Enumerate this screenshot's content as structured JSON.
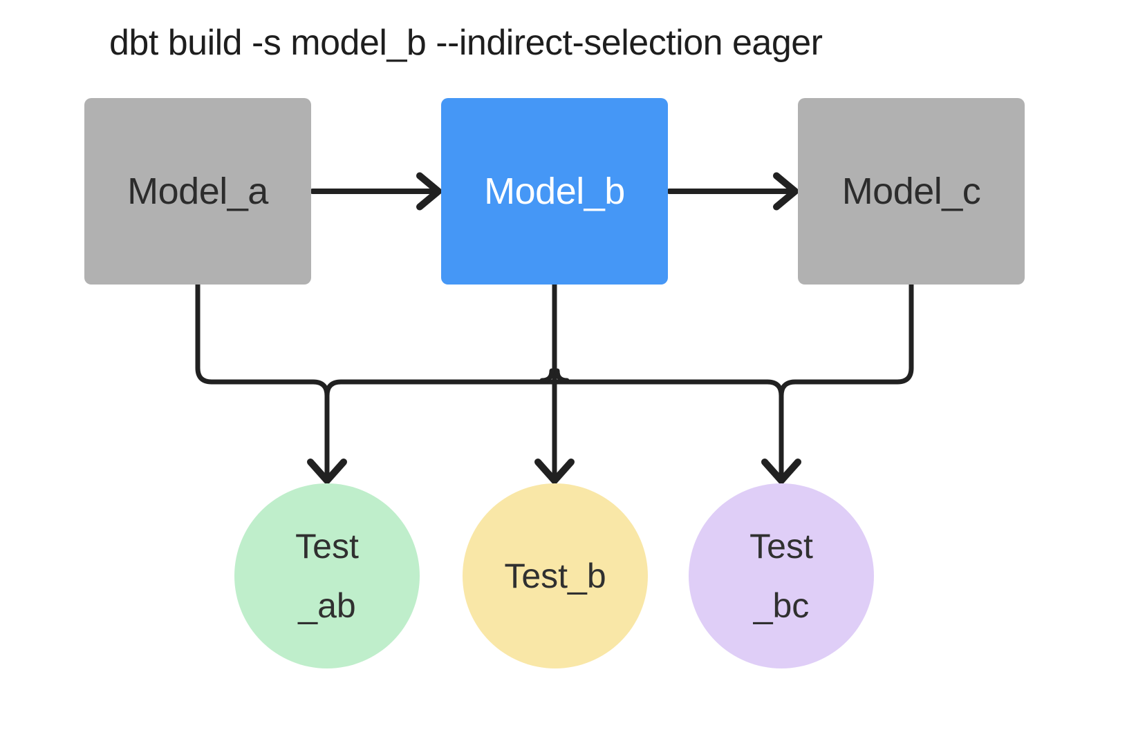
{
  "title": "dbt build -s model_b --indirect-selection eager",
  "models": [
    {
      "id": "model_a",
      "label": "Model_a",
      "variant": "gray"
    },
    {
      "id": "model_b",
      "label": "Model_b",
      "variant": "blue"
    },
    {
      "id": "model_c",
      "label": "Model_c",
      "variant": "gray"
    }
  ],
  "tests": [
    {
      "id": "test_ab",
      "lines": [
        "Test",
        "_ab"
      ],
      "fill": "#bfeecb"
    },
    {
      "id": "test_b",
      "lines": [
        "Test_b"
      ],
      "fill": "#f9e7a7"
    },
    {
      "id": "test_bc",
      "lines": [
        "Test",
        "_bc"
      ],
      "fill": "#dfcef7"
    }
  ],
  "colors": {
    "background": "#ffffff",
    "line": "#212121",
    "title_text": "#1e1e1e",
    "model_gray_fill": "#b1b1b1",
    "model_gray_text": "#2c2c2c",
    "model_blue_fill": "#4597f6",
    "model_blue_text": "#ffffff",
    "test_text": "#303030",
    "test_ab_fill": "#bfeecb",
    "test_b_fill": "#f9e7a7",
    "test_bc_fill": "#dfcef7"
  }
}
